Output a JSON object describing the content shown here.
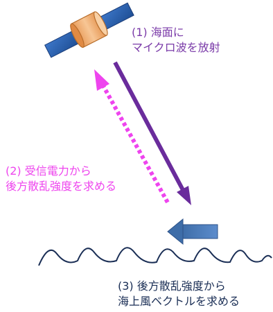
{
  "labels": {
    "emit": {
      "line1": "(1) 海面に",
      "line2": "マイクロ波を放射"
    },
    "backscatter": {
      "line1": "(2) 受信電力から",
      "line2": "後方散乱強度を求める"
    },
    "wind": {
      "line1": "(3) 後方散乱強度から",
      "line2": "海上風ベクトルを求める"
    }
  },
  "colors": {
    "emit_arrow": "#6a2c9c",
    "backscatter_arrow": "#ee44ee",
    "wind_arrow": "#3e6da8",
    "sea_line": "#1a2e55",
    "satellite_panel": "#2f62b2",
    "satellite_body": "#f0b070"
  }
}
